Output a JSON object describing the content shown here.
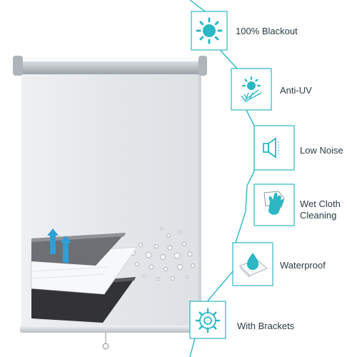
{
  "features": [
    {
      "label": "100% Blackout",
      "icon": "sun-icon"
    },
    {
      "label": "Anti-UV",
      "icon": "uv-protection-icon"
    },
    {
      "label": "Low Noise",
      "icon": "speaker-icon"
    },
    {
      "label_line1": "Wet Cloth",
      "label_line2": "Cleaning",
      "icon": "hand-cloth-icon"
    },
    {
      "label": "Waterproof",
      "icon": "water-drop-icon"
    },
    {
      "label": "With Brackets",
      "icon": "gear-icon"
    }
  ],
  "colors": {
    "accent": "#2bb7c4",
    "blind_fabric": "#e6e9ec",
    "rail": "#c9ced3",
    "dark_layer": "#3a3a3c"
  }
}
